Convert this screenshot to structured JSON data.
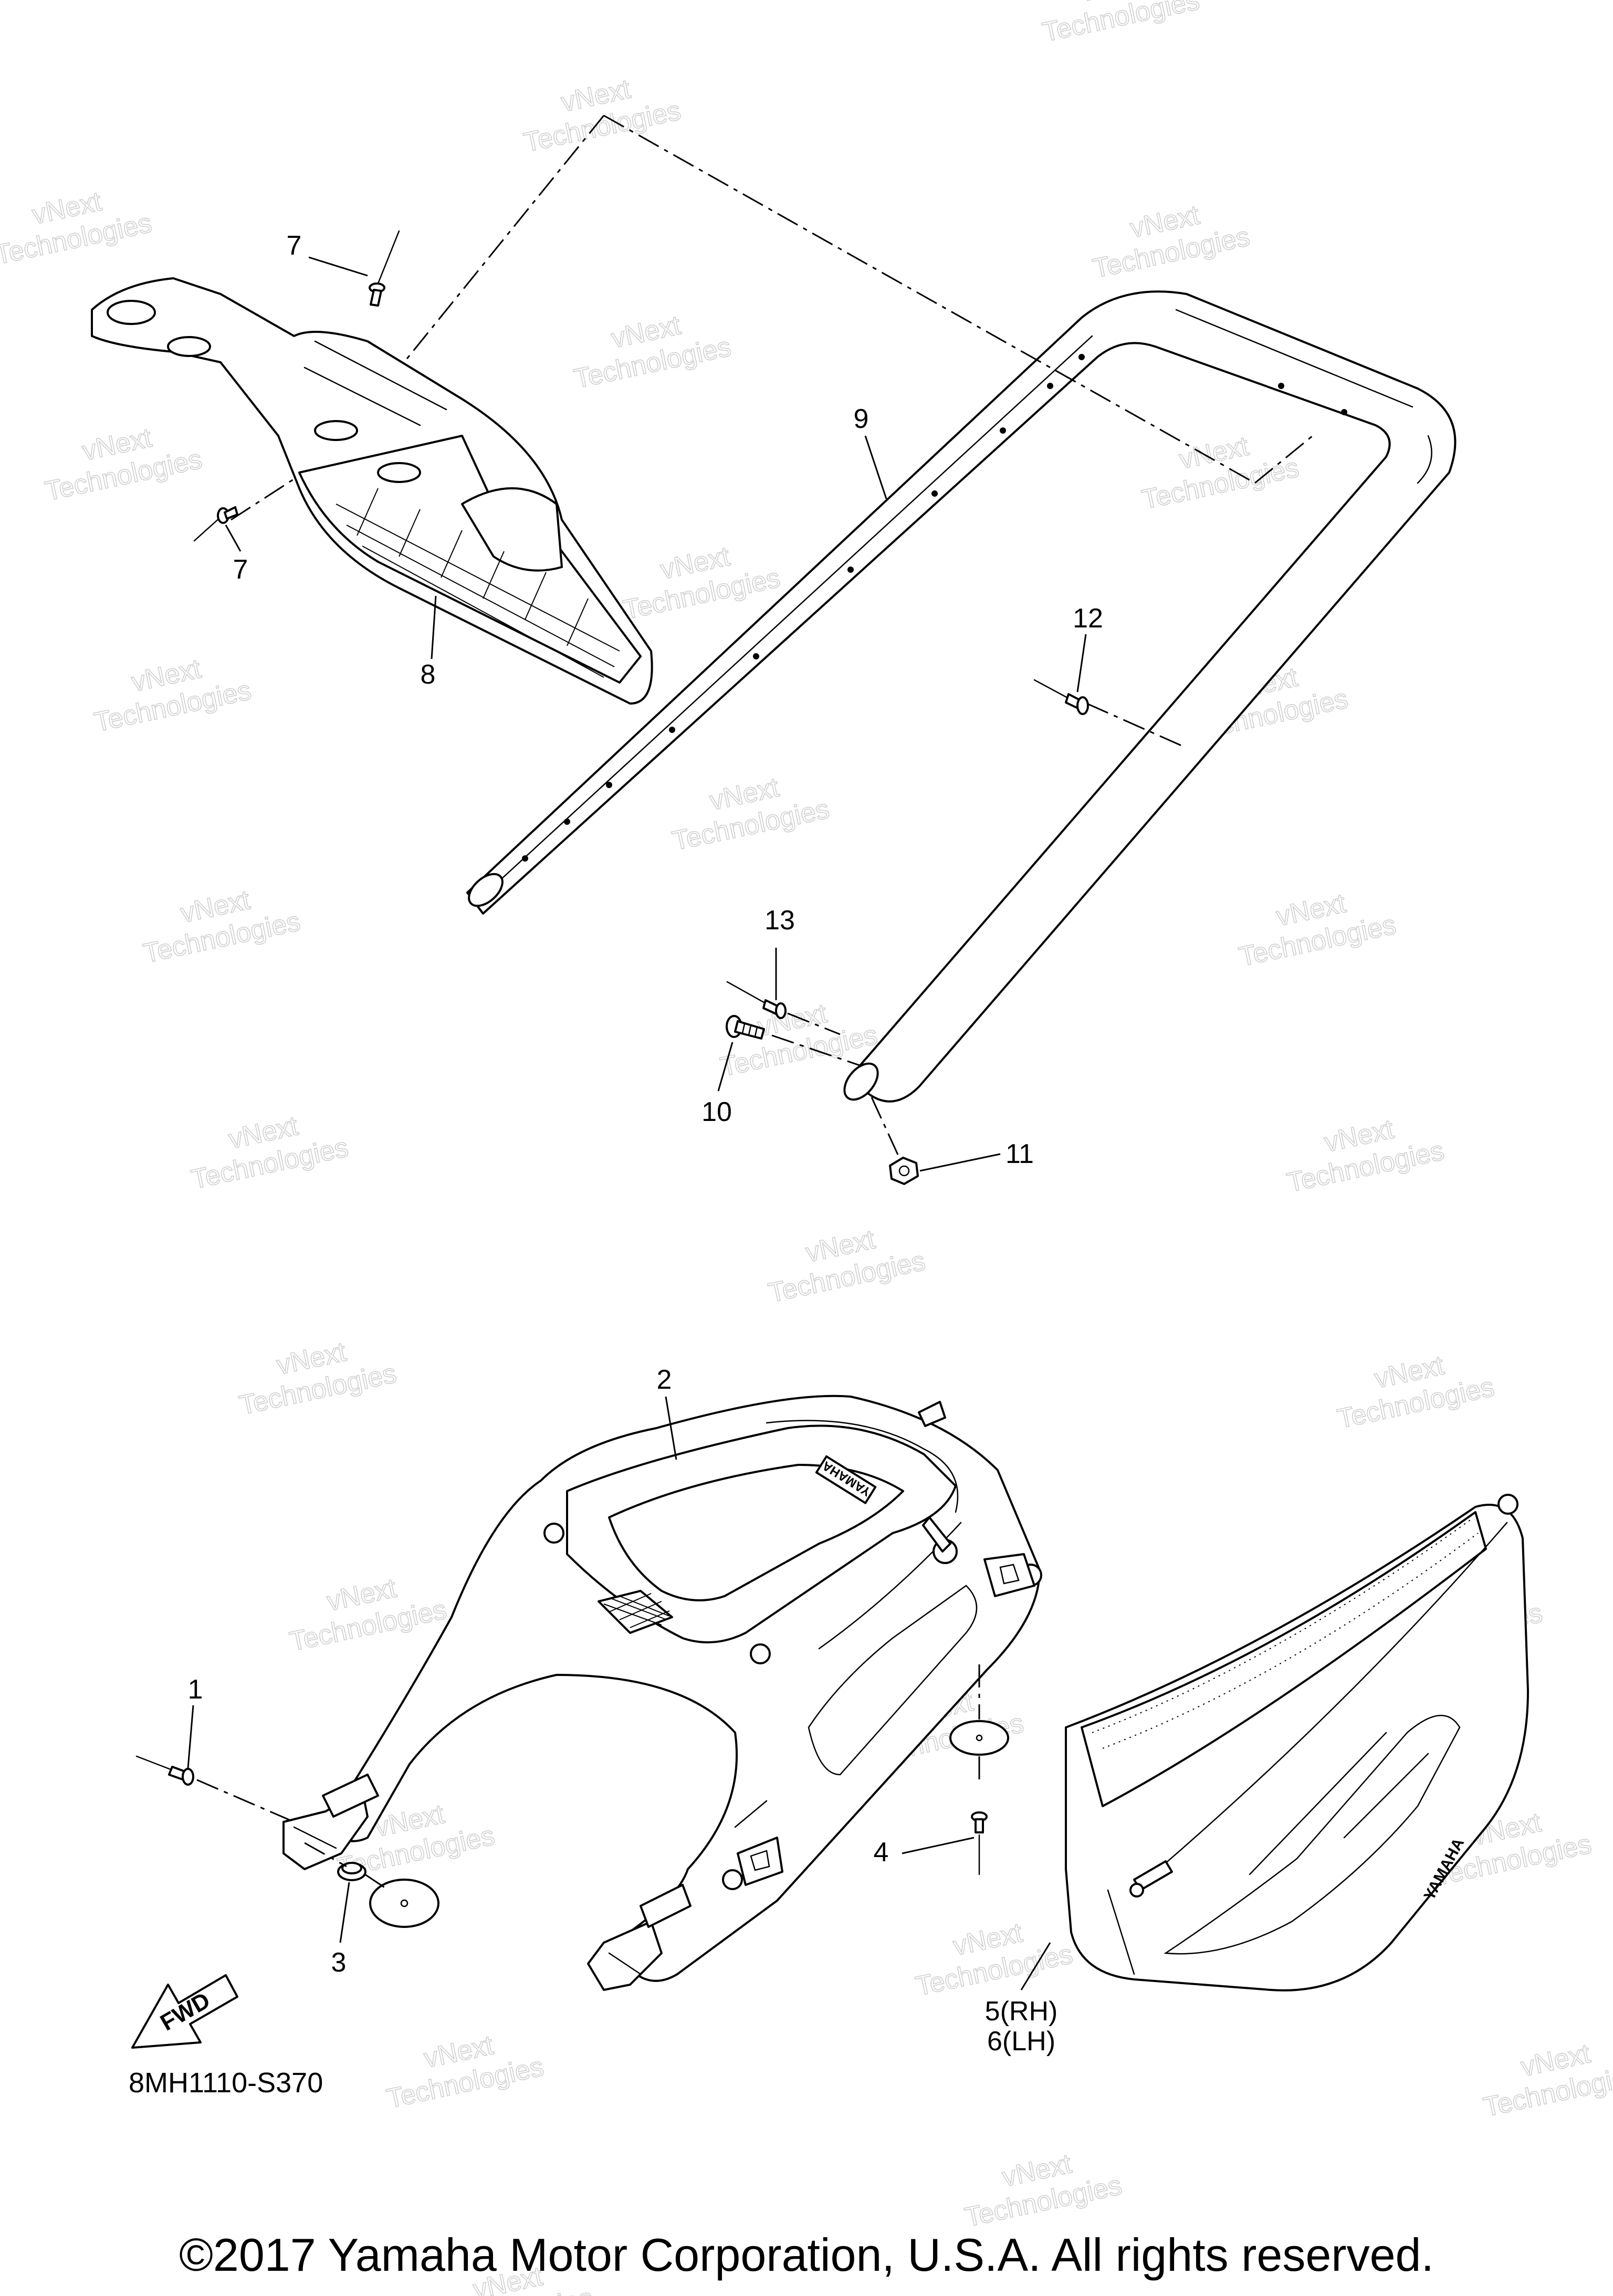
{
  "diagram": {
    "callouts": [
      {
        "id": "c7a",
        "text": "7"
      },
      {
        "id": "c7b",
        "text": "7"
      },
      {
        "id": "c8",
        "text": "8"
      },
      {
        "id": "c9",
        "text": "9"
      },
      {
        "id": "c12",
        "text": "12"
      },
      {
        "id": "c13",
        "text": "13"
      },
      {
        "id": "c10",
        "text": "10"
      },
      {
        "id": "c11",
        "text": "11"
      },
      {
        "id": "c2",
        "text": "2"
      },
      {
        "id": "c1",
        "text": "1"
      },
      {
        "id": "c3",
        "text": "3"
      },
      {
        "id": "c4",
        "text": "4"
      },
      {
        "id": "c5",
        "text": "5(RH)"
      },
      {
        "id": "c6",
        "text": "6(LH)"
      }
    ],
    "fwd_label": "FWD",
    "brand_mark": "YAMAHA",
    "drawing_code": "8MH1110-S370",
    "watermark_line1": "vNext",
    "watermark_line2": "Technologies",
    "copyright": "©2017 Yamaha Motor Corporation, U.S.A. All rights reserved."
  }
}
